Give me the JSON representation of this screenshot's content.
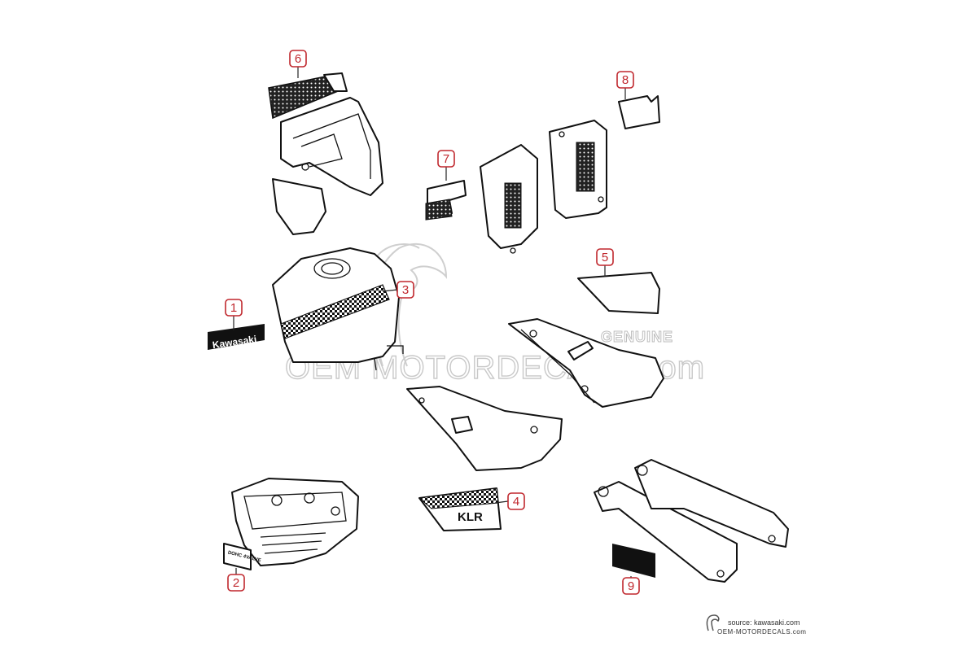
{
  "callouts": [
    {
      "number": "1"
    },
    {
      "number": "2"
    },
    {
      "number": "3"
    },
    {
      "number": "4"
    },
    {
      "number": "5"
    },
    {
      "number": "6"
    },
    {
      "number": "7"
    },
    {
      "number": "8"
    },
    {
      "number": "9"
    }
  ],
  "watermark": {
    "site": "OEM MOTORDECALS.com",
    "genuine": "GENUINE"
  },
  "decals": {
    "brand": "Kawasaki",
    "model": "KLR",
    "engine": "DOHC 4VALVE"
  },
  "credits": {
    "source": "source: kawasaki.com",
    "site": "OEM-MOTORDECALS.com"
  },
  "colors": {
    "callout": "#c0272d",
    "line": "#111111",
    "watermark": "#c9c9c9"
  }
}
